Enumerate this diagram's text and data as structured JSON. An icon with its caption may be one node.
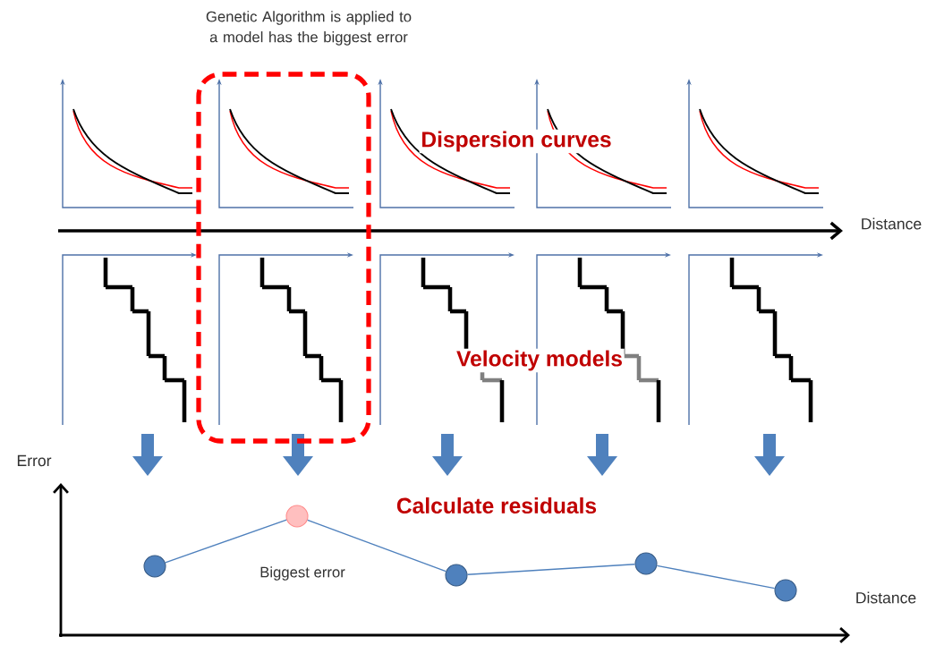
{
  "diagram": {
    "nodes": [
      {
        "text": [
          "Genetic  Algorithm is applied to a model has the biggest error"
        ]
      },
      {
        "text": [],
        "shape": "circle"
      },
      {
        "text": [],
        "shape": "circle",
        "beside": [
          "Biggest error"
        ]
      },
      {
        "text": [],
        "shape": "circle"
      },
      {
        "text": [],
        "shape": "circle"
      },
      {
        "text": [],
        "shape": "circle"
      }
    ],
    "edges": [
      {
        "from": 1,
        "to": 2,
        "arrow": "none"
      },
      {
        "from": 2,
        "to": 3,
        "arrow": "none"
      },
      {
        "from": 3,
        "to": 4,
        "arrow": "none"
      },
      {
        "from": 4,
        "to": 5,
        "arrow": "none"
      }
    ],
    "labels": [
      "Dispersion  curves",
      "Distance",
      "Velocity  models",
      "Error",
      "Calculate residuals",
      "Distance"
    ]
  }
}
